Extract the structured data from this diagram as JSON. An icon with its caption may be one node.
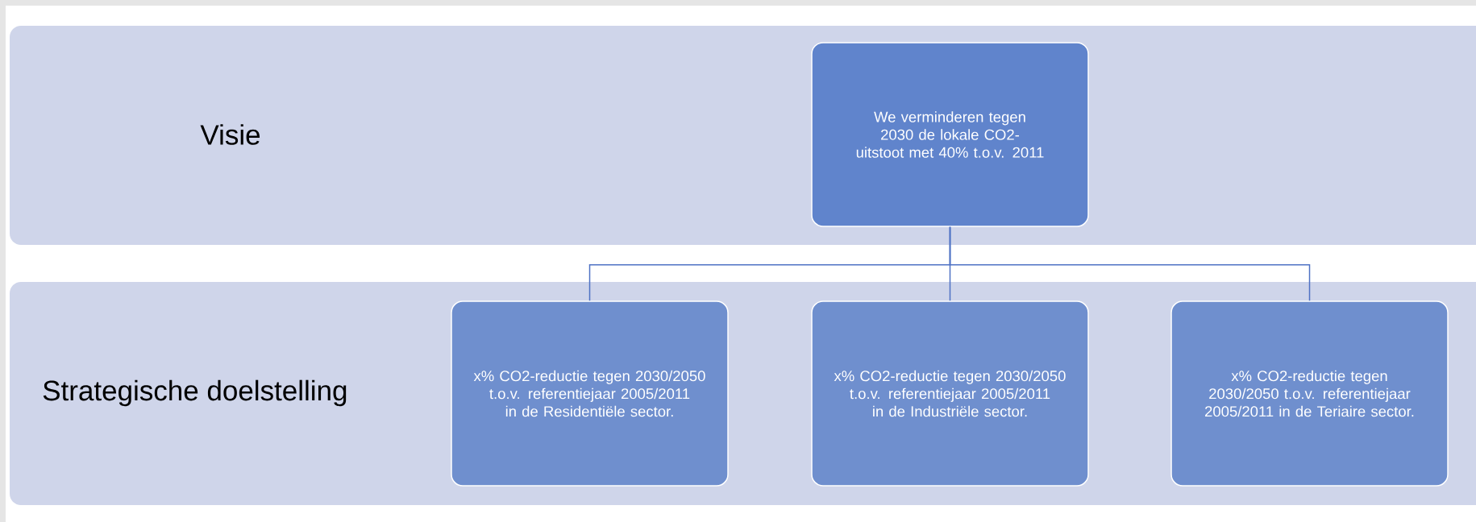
{
  "diagram": {
    "nodes": [
      {
        "text": [
          "Visie"
        ]
      },
      {
        "text": [
          "We verminderen tegen 2030 de lokale CO2-uitstoot met 40% t.o.v. 2011"
        ],
        "in": 0
      },
      {
        "text": [
          "Strategische doelstelling"
        ]
      },
      {
        "text": [
          "x% CO2-reductie tegen 2030/2050 t.o.v. referentiejaar 2005/2011 in de Residentiële sector."
        ],
        "in": 2
      },
      {
        "text": [
          "x% CO2-reductie tegen 2030/2050 t.o.v. referentiejaar 2005/2011 in de Industriële sector."
        ],
        "in": 2
      },
      {
        "text": [
          "x% CO2-reductie tegen 2030/2050 t.o.v. referentiejaar 2005/2011 in de Teriaire sector."
        ],
        "in": 2
      }
    ],
    "edges": [
      {
        "from": 1,
        "to": 3,
        "arrow": "none"
      },
      {
        "from": 1,
        "to": 4,
        "arrow": "none"
      },
      {
        "from": 1,
        "to": 5,
        "arrow": "none"
      }
    ]
  }
}
